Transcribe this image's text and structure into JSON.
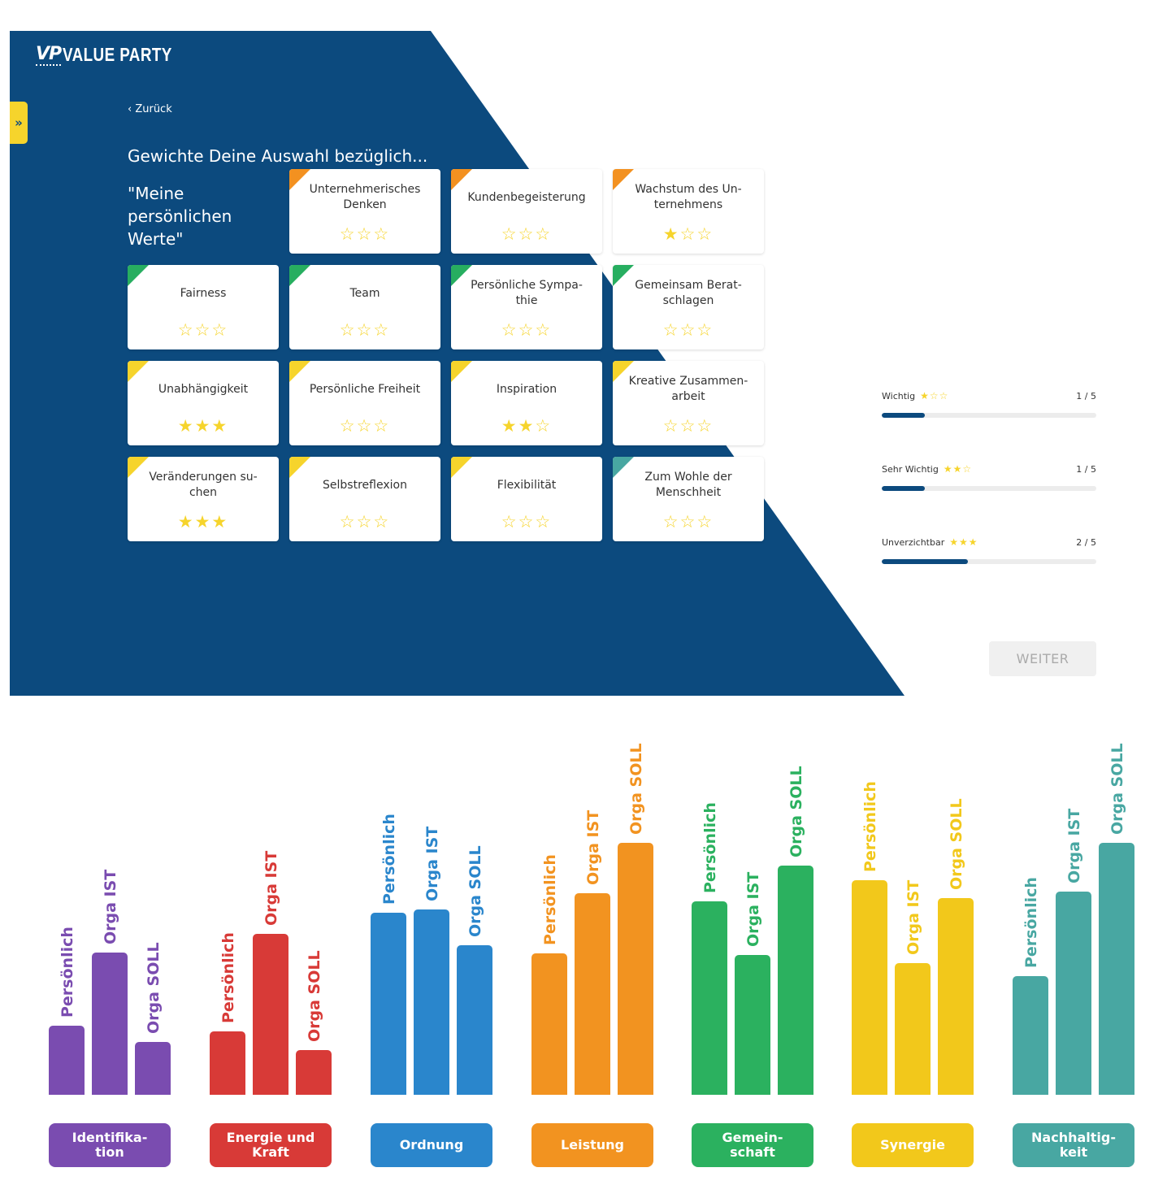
{
  "app": {
    "logo_mark": "VP",
    "logo_text": "VALUE PARTY"
  },
  "sidebar_toggle": {
    "icon": "double-chevron-right-icon",
    "glyph": "»"
  },
  "nav": {
    "back_label": "‹ Zurück"
  },
  "prompt": {
    "title": "Gewichte Deine Auswahl bezüglich...",
    "subtitle": "\"Meine persönlichen Werte\""
  },
  "colors": {
    "navy": "#0c4a7e",
    "orange": "#f39120",
    "green": "#27ae60",
    "yellow": "#f6d42c",
    "teal": "#48a7a2",
    "star": "#f6d42c"
  },
  "cards": [
    {
      "label": "Unternehmerisches Denken",
      "stars": 0,
      "color": "#f39120"
    },
    {
      "label": "Kundenbegeisterung",
      "stars": 0,
      "color": "#f39120"
    },
    {
      "label": "Wachstum des Un-ternehmens",
      "stars": 1,
      "color": "#f39120"
    },
    {
      "label": "Fairness",
      "stars": 0,
      "color": "#27ae60"
    },
    {
      "label": "Team",
      "stars": 0,
      "color": "#27ae60"
    },
    {
      "label": "Persönliche Sympa-thie",
      "stars": 0,
      "color": "#27ae60"
    },
    {
      "label": "Gemeinsam Berat-schlagen",
      "stars": 0,
      "color": "#27ae60"
    },
    {
      "label": "Unabhängigkeit",
      "stars": 3,
      "color": "#f6d42c"
    },
    {
      "label": "Persönliche Freiheit",
      "stars": 0,
      "color": "#f6d42c"
    },
    {
      "label": "Inspiration",
      "stars": 2,
      "color": "#f6d42c"
    },
    {
      "label": "Kreative Zusammen-arbeit",
      "stars": 0,
      "color": "#f6d42c"
    },
    {
      "label": "Veränderungen su-chen",
      "stars": 3,
      "color": "#f6d42c"
    },
    {
      "label": "Selbstreflexion",
      "stars": 0,
      "color": "#f6d42c"
    },
    {
      "label": "Flexibilität",
      "stars": 0,
      "color": "#f6d42c"
    },
    {
      "label": "Zum Wohle der Menschheit",
      "stars": 0,
      "color": "#48a7a2"
    }
  ],
  "legend": [
    {
      "label": "Wichtig",
      "stars": 1,
      "count": "1 / 5",
      "fraction": 0.2
    },
    {
      "label": "Sehr Wichtig",
      "stars": 2,
      "count": "1 / 5",
      "fraction": 0.2
    },
    {
      "label": "Unverzichtbar",
      "stars": 3,
      "count": "2 / 5",
      "fraction": 0.4
    }
  ],
  "actions": {
    "next_label": "WEITER"
  },
  "chart_data": {
    "type": "bar",
    "categories": [
      "Identifika-tion",
      "Energie und Kraft",
      "Ordnung",
      "Leistung",
      "Gemein-schaft",
      "Synergie",
      "Nachhaltig-keit"
    ],
    "series_labels": [
      "Persönlich",
      "Orga IST",
      "Orga SOLL"
    ],
    "colors": [
      "#7a4cb0",
      "#d83a37",
      "#2a86cc",
      "#f29320",
      "#2bb15f",
      "#f2c81b",
      "#48a7a2"
    ],
    "values": [
      [
        85,
        175,
        65
      ],
      [
        78,
        198,
        55
      ],
      [
        224,
        228,
        184
      ],
      [
        174,
        248,
        310
      ],
      [
        238,
        172,
        282
      ],
      [
        264,
        162,
        242
      ],
      [
        146,
        250,
        310
      ]
    ],
    "ylim": [
      0,
      330
    ],
    "grid": false
  }
}
